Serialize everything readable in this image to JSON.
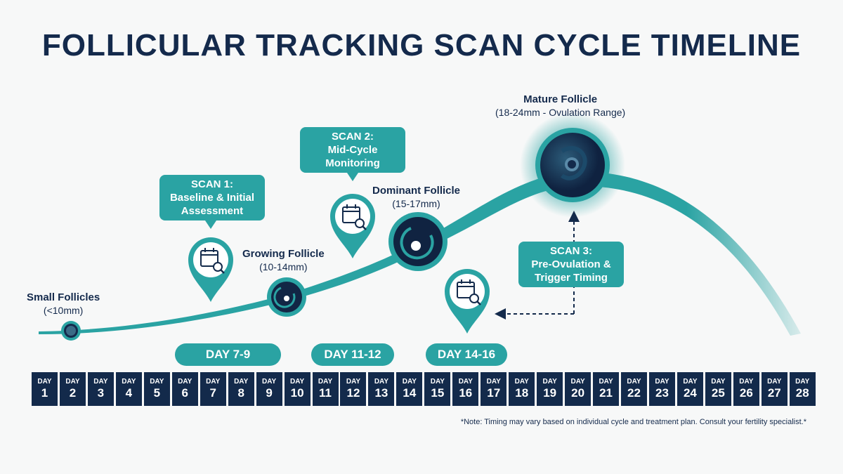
{
  "title": "FOLLICULAR TRACKING SCAN CYCLE TIMELINE",
  "stages": {
    "small": {
      "name": "Small Follicles",
      "size": "(<10mm)"
    },
    "growing": {
      "name": "Growing Follicle",
      "size": "(10-14mm)"
    },
    "dominant": {
      "name": "Dominant Follicle",
      "size": "(15-17mm)"
    },
    "mature": {
      "name": "Mature Follicle",
      "size": "(18-24mm - Ovulation Range)"
    }
  },
  "scans": {
    "scan1": "SCAN 1:\nBaseline & Initial\nAssessment",
    "scan2": "SCAN 2:\nMid-Cycle\nMonitoring",
    "scan3": "SCAN 3:\nPre-Ovulation &\nTrigger Timing"
  },
  "ranges": {
    "r1": "DAY 7-9",
    "r2": "DAY 11-12",
    "r3": "DAY 14-16"
  },
  "day_label": "DAY",
  "days": [
    "1",
    "2",
    "3",
    "4",
    "5",
    "6",
    "7",
    "8",
    "9",
    "10",
    "11",
    "12",
    "13",
    "14",
    "15",
    "16",
    "17",
    "18",
    "19",
    "20",
    "21",
    "22",
    "23",
    "24",
    "25",
    "26",
    "27",
    "28"
  ],
  "note": "*Note: Timing may vary based on individual cycle and treatment plan. Consult your fertility specialist.*",
  "colors": {
    "teal": "#2aa3a3",
    "navy": "#132a4b",
    "background": "#f7f8f8"
  },
  "icons": [
    "calendar-search-icon",
    "map-pin-icon",
    "follicle-icon",
    "dashed-arrow"
  ]
}
